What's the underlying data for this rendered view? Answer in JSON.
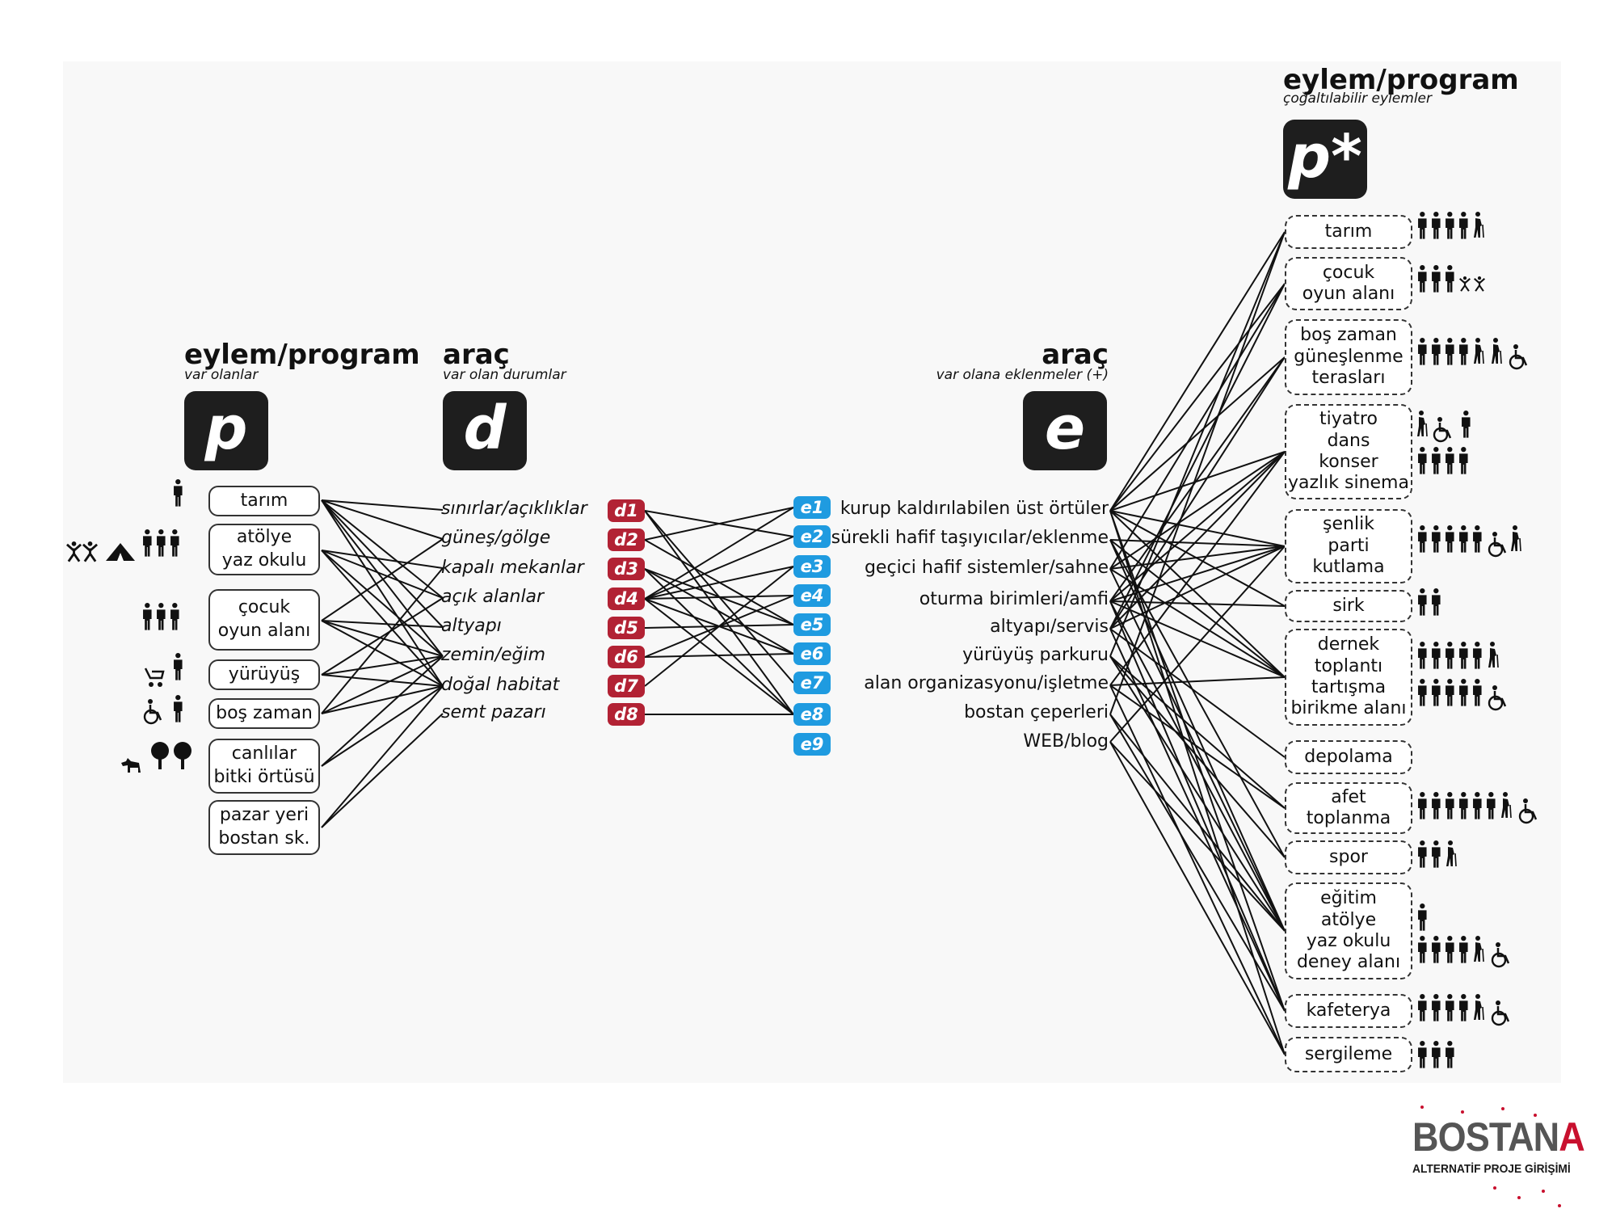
{
  "columns": {
    "p": {
      "title": "eylem/program",
      "subtitle": "var olanlar",
      "badge": "p"
    },
    "d": {
      "title": "araç",
      "subtitle": "var olan durumlar",
      "badge": "d"
    },
    "e": {
      "title": "araç",
      "subtitle": "var olana eklenmeler (+)",
      "badge": "e"
    },
    "p_star": {
      "title": "eylem/program",
      "subtitle": "çoğaltılabilir eylemler",
      "badge": "p*"
    }
  },
  "existing_programs": [
    {
      "label": "tarım"
    },
    {
      "label": "atölye\nyaz okulu"
    },
    {
      "label": "çocuk\noyun alanı"
    },
    {
      "label": "yürüyüş"
    },
    {
      "label": "boş zaman"
    },
    {
      "label": "canlılar\nbitki örtüsü"
    },
    {
      "label": "pazar yeri\nbostan sk."
    }
  ],
  "existing_conditions": [
    {
      "code": "d1",
      "label": "sınırlar/açıklıklar"
    },
    {
      "code": "d2",
      "label": "güneş/gölge"
    },
    {
      "code": "d3",
      "label": "kapalı mekanlar"
    },
    {
      "code": "d4",
      "label": "açık alanlar"
    },
    {
      "code": "d5",
      "label": "altyapı"
    },
    {
      "code": "d6",
      "label": "zemin/eğim"
    },
    {
      "code": "d7",
      "label": "doğal habitat"
    },
    {
      "code": "d8",
      "label": "semt pazarı"
    }
  ],
  "additions": [
    {
      "code": "e1",
      "label": "kurup kaldırılabilen üst örtüler"
    },
    {
      "code": "e2",
      "label": "sürekli hafif taşıyıcılar/eklenme"
    },
    {
      "code": "e3",
      "label": "geçici hafif sistemler/sahne"
    },
    {
      "code": "e4",
      "label": "oturma birimleri/amfi"
    },
    {
      "code": "e5",
      "label": "altyapı/servis"
    },
    {
      "code": "e6",
      "label": "yürüyüş parkuru"
    },
    {
      "code": "e7",
      "label": "alan organizasyonu/işletme"
    },
    {
      "code": "e8",
      "label": "bostan çeperleri"
    },
    {
      "code": "e9",
      "label": "WEB/blog"
    }
  ],
  "multipliable_programs": [
    {
      "label": "tarım"
    },
    {
      "label": "çocuk\noyun alanı"
    },
    {
      "label": "boş zaman\ngüneşlenme\nterasları"
    },
    {
      "label": "tiyatro\ndans\nkonser\nyazlık sinema"
    },
    {
      "label": "şenlik\nparti\nkutlama"
    },
    {
      "label": "sirk"
    },
    {
      "label": "dernek\ntoplantı\ntartışma\nbirikme alanı"
    },
    {
      "label": "depolama"
    },
    {
      "label": "afet\ntoplanma"
    },
    {
      "label": "spor"
    },
    {
      "label": "eğitim\natölye\nyaz okulu\ndeney alanı"
    },
    {
      "label": "kafeterya"
    },
    {
      "label": "sergileme"
    }
  ],
  "icons": {
    "person": "person-icon",
    "small_person": "small-person-icon",
    "elderly": "elderly-person-icon",
    "wheelchair": "wheelchair-icon",
    "child": "jumping-child-icon",
    "stroller": "stroller-icon",
    "dog": "dog-icon",
    "tree": "tree-icon",
    "tent": "tent-icon"
  },
  "colors": {
    "d_tag": "#b22234",
    "e_tag": "#1f9be0",
    "badge": "#1e1e1e",
    "accent": "#c8102e"
  },
  "logo": {
    "brand_main": "BOSTAN",
    "brand_accent": "A",
    "tagline": "ALTERNATİF PROJE GİRİŞİMİ"
  }
}
